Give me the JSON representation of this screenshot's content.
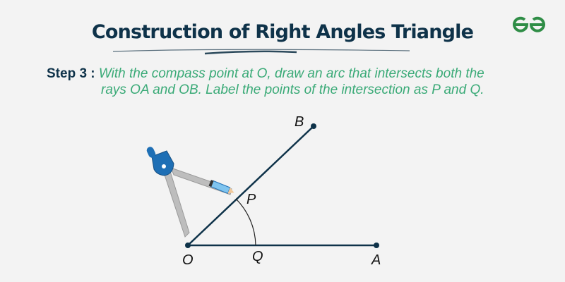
{
  "header": {
    "title": "Construction of Right Angles Triangle",
    "logo": "GfG"
  },
  "step": {
    "label": "Step 3 :",
    "text_line1": "With the compass point at O, draw an arc that intersects both the",
    "text_line2": "rays OA and OB. Label the points of the intersection as P and Q."
  },
  "diagram": {
    "points": {
      "O": "O",
      "A": "A",
      "B": "B",
      "P": "P",
      "Q": "Q"
    },
    "colors": {
      "ray": "#0e3249",
      "compass": "#1e6fb5",
      "text_green": "#3aaa77"
    }
  }
}
